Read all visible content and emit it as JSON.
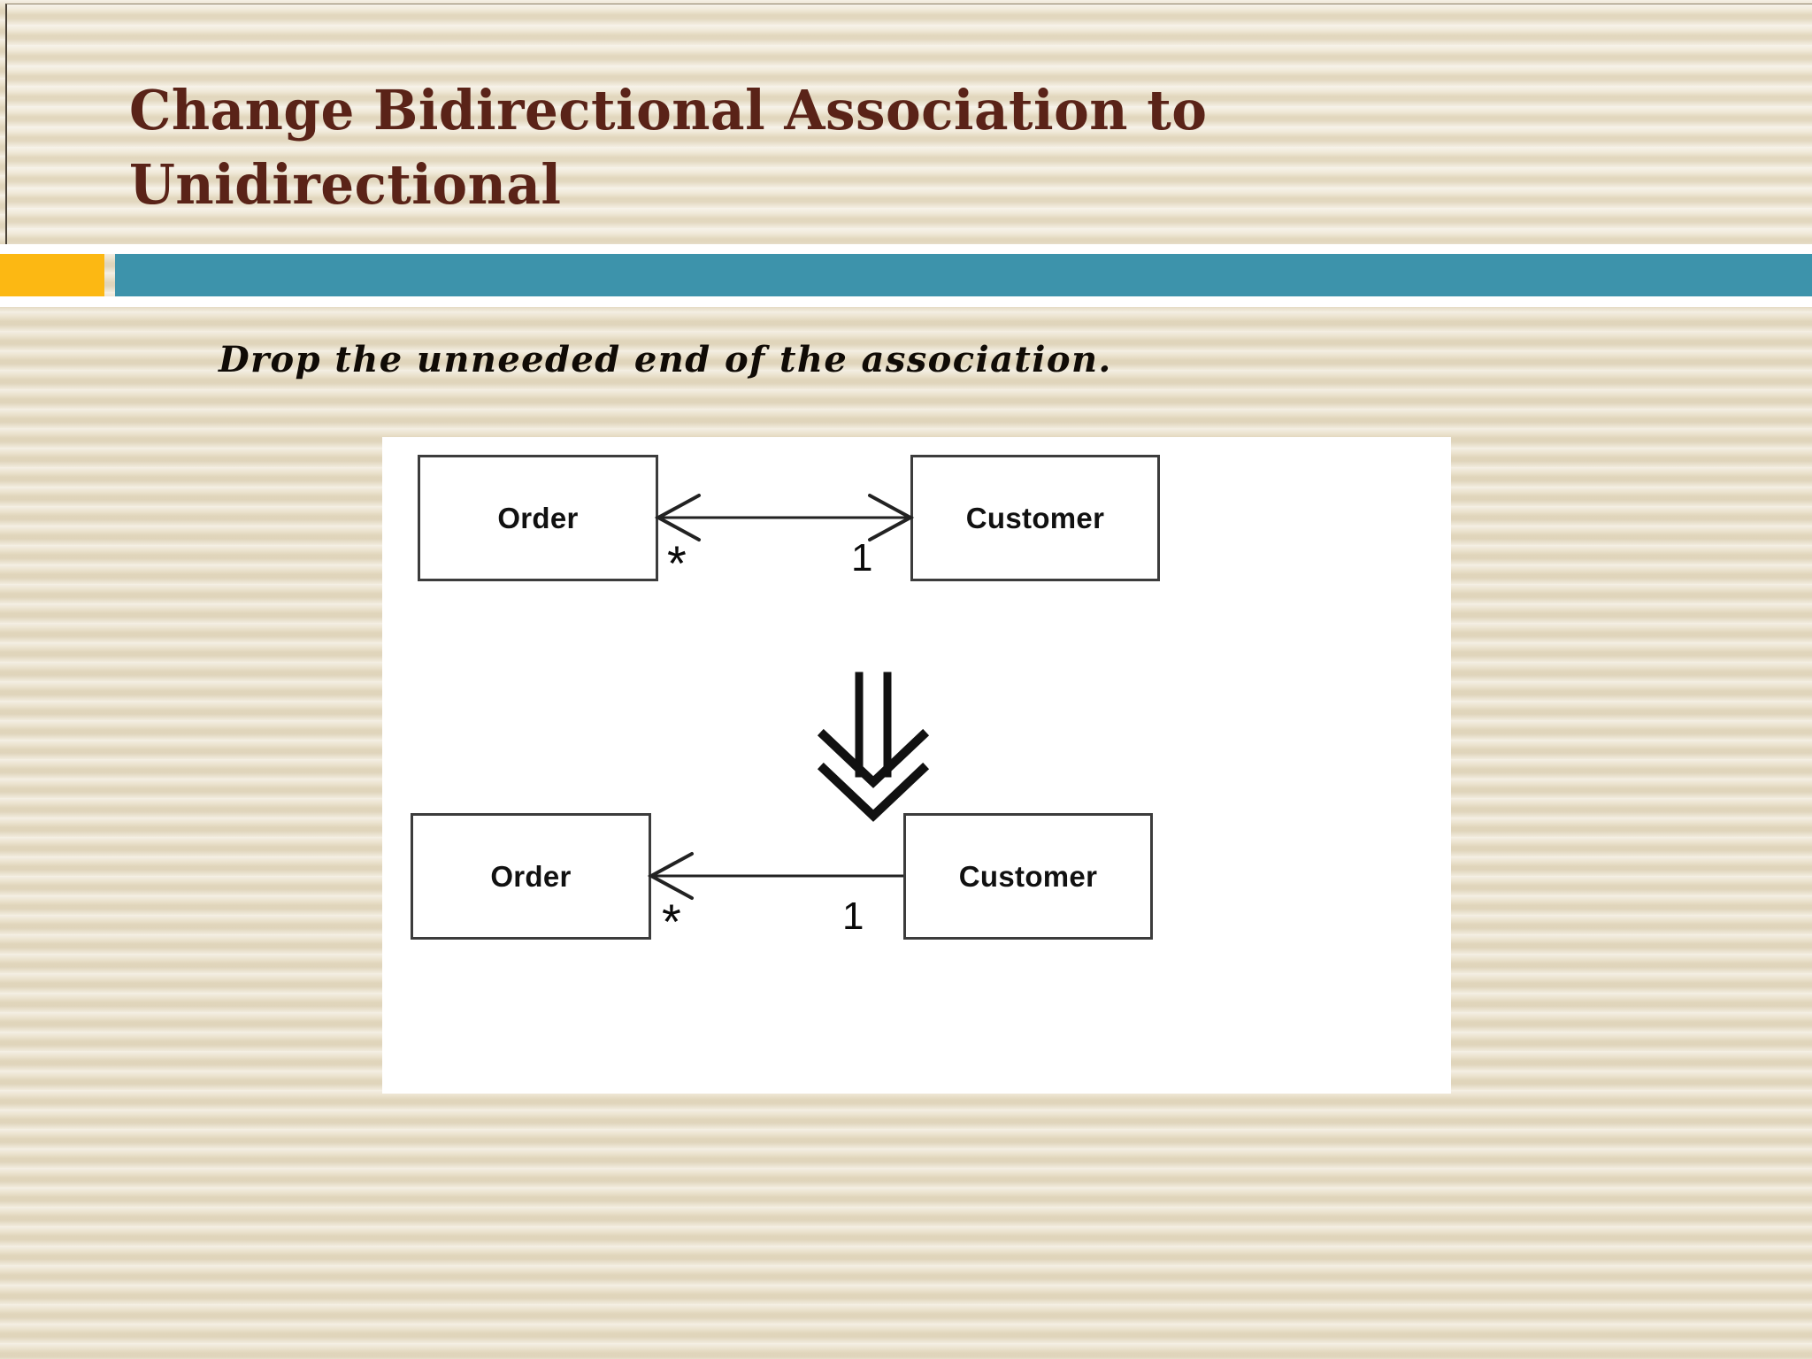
{
  "slide": {
    "title": "Change Bidirectional Association to\nUnidirectional",
    "caption": "Drop the unneeded end of the association.",
    "colors": {
      "background": "#e8dec6",
      "title_text": "#5a2318",
      "accent_orange": "#fcb813",
      "accent_teal": "#3d93ab",
      "panel": "#ffffff",
      "diagram_stroke": "#3c3c3c"
    }
  },
  "diagrams": [
    {
      "id": "before",
      "kind": "uml-class-association",
      "association": "bidirectional",
      "boxes": [
        {
          "name": "order-class-box-top",
          "label": "Order"
        },
        {
          "name": "customer-class-box-top",
          "label": "Customer"
        }
      ],
      "multiplicities": [
        {
          "name": "order-multiplicity-top",
          "value": "*"
        },
        {
          "name": "customer-multiplicity-top",
          "value": "1"
        }
      ],
      "arrowheads": [
        "left",
        "right"
      ]
    },
    {
      "id": "after",
      "kind": "uml-class-association",
      "association": "unidirectional",
      "boxes": [
        {
          "name": "order-class-box-bottom",
          "label": "Order"
        },
        {
          "name": "customer-class-box-bottom",
          "label": "Customer"
        }
      ],
      "multiplicities": [
        {
          "name": "order-multiplicity-bottom",
          "value": "*"
        },
        {
          "name": "customer-multiplicity-bottom",
          "value": "1"
        }
      ],
      "arrowheads": [
        "left"
      ]
    }
  ],
  "transform_arrow": {
    "name": "double-down-arrow-icon",
    "glyph": "double-chevron-down",
    "direction": "down"
  }
}
